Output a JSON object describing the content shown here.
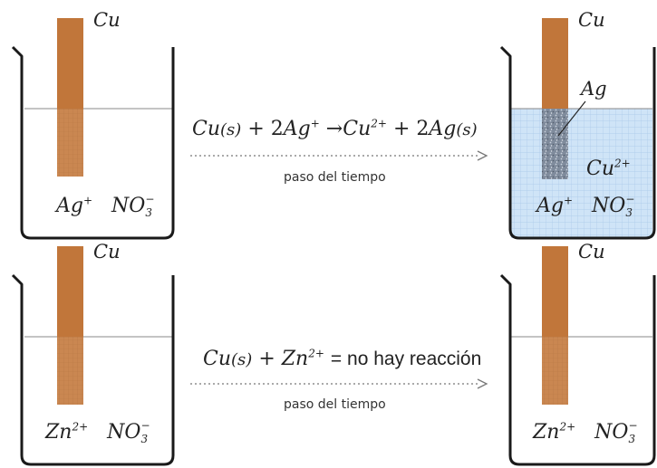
{
  "reactions": [
    {
      "equation": {
        "r1": "Cu",
        "r1_state": "(s)",
        "plus1": "+",
        "coef": "2",
        "r2": "Ag",
        "r2_charge": "+",
        "arrow": "→",
        "p1": "Cu",
        "p1_charge": "2+",
        "plus2": "+",
        "p2_coef": "2",
        "p2": "Ag",
        "p2_state": "(s)"
      },
      "time_label": "paso del tiempo",
      "before": {
        "metal_label": "Cu",
        "cation": "Ag",
        "cation_charge": "+",
        "anion": "NO",
        "anion_sub": "3",
        "anion_charge": "−"
      },
      "after": {
        "metal_label": "Cu",
        "deposit_label": "Ag",
        "product_ion": "Cu",
        "product_ion_charge": "2+",
        "cation": "Ag",
        "cation_charge": "+",
        "anion": "NO",
        "anion_sub": "3",
        "anion_charge": "−"
      }
    },
    {
      "equation": {
        "r1": "Cu",
        "r1_state": "(s)",
        "plus1": "+",
        "r2": "Zn",
        "r2_charge": "2+",
        "result": "= no hay reacción"
      },
      "time_label": "paso del tiempo",
      "before": {
        "metal_label": "Cu",
        "cation": "Zn",
        "cation_charge": "2+",
        "anion": "NO",
        "anion_sub": "3",
        "anion_charge": "−"
      },
      "after": {
        "metal_label": "Cu",
        "cation": "Zn",
        "cation_charge": "2+",
        "anion": "NO",
        "anion_sub": "3",
        "anion_charge": "−"
      }
    }
  ],
  "colors": {
    "copper": "#c1763a",
    "copper_dark": "#a35f29",
    "solution_blue": "#cfe4f7",
    "silver_deposit": "#8a96a6",
    "beaker_outline": "#1a1a1a",
    "liquid_line": "#888888",
    "arrow": "#777777"
  }
}
